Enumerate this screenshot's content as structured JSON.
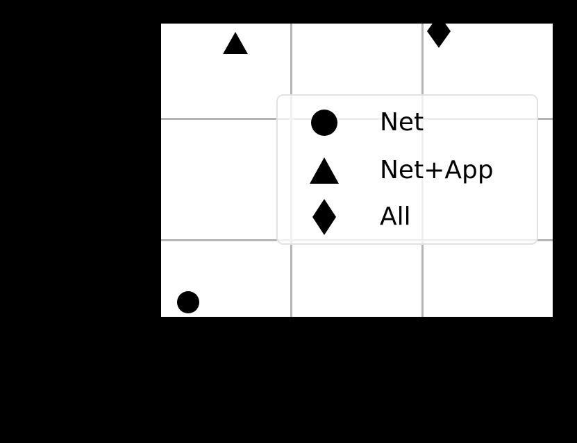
{
  "figure": {
    "background_color": "#000000",
    "plot_background_color": "#ffffff",
    "grid_color": "#b4b4b4",
    "marker_color": "#000000",
    "legend_border_color": "#e2e2e2",
    "legend_background_color": "rgba(255,255,255,0.8)"
  },
  "legend": {
    "position": "center",
    "entries": [
      {
        "marker": "circle-marker",
        "label": "Net"
      },
      {
        "marker": "triangle-marker",
        "label": "Net+App"
      },
      {
        "marker": "diamond-marker",
        "label": "All"
      }
    ]
  },
  "chart_data": {
    "type": "scatter",
    "title": "",
    "xlabel": "",
    "ylabel": "",
    "xlim": [
      0,
      3
    ],
    "ylim": [
      0,
      3
    ],
    "grid": true,
    "xticks": [
      1,
      2
    ],
    "yticks": [
      1,
      2
    ],
    "xticklabels": [],
    "yticklabels": [],
    "legend_position": "center",
    "series": [
      {
        "name": "Net",
        "marker": "circle-marker",
        "color": "#000000",
        "points": [
          {
            "x": 0.21,
            "y": 0.14
          }
        ]
      },
      {
        "name": "Net+App",
        "marker": "triangle-marker",
        "color": "#000000",
        "points": [
          {
            "x": 0.56,
            "y": 2.79
          }
        ]
      },
      {
        "name": "All",
        "marker": "diamond-marker",
        "color": "#000000",
        "points": [
          {
            "x": 2.13,
            "y": 2.85
          }
        ]
      }
    ]
  }
}
